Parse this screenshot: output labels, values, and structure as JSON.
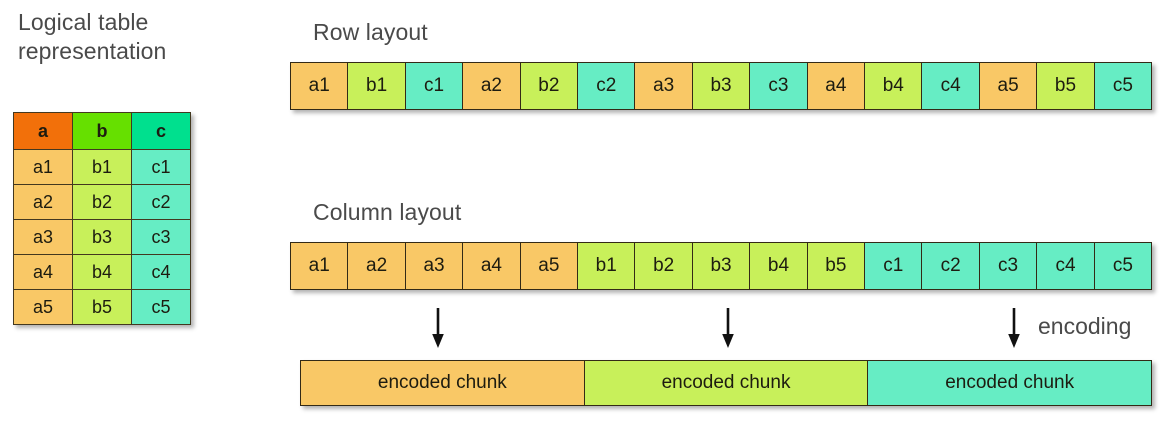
{
  "titles": {
    "logical": "Logical table\nrepresentation",
    "row_layout": "Row layout",
    "column_layout": "Column layout",
    "encoding": "encoding"
  },
  "logical_table": {
    "headers": [
      "a",
      "b",
      "c"
    ],
    "rows": [
      [
        "a1",
        "b1",
        "c1"
      ],
      [
        "a2",
        "b2",
        "c2"
      ],
      [
        "a3",
        "b3",
        "c3"
      ],
      [
        "a4",
        "b4",
        "c4"
      ],
      [
        "a5",
        "b5",
        "c5"
      ]
    ]
  },
  "row_layout": {
    "cells": [
      {
        "label": "a1",
        "group": "a"
      },
      {
        "label": "b1",
        "group": "b"
      },
      {
        "label": "c1",
        "group": "c"
      },
      {
        "label": "a2",
        "group": "a"
      },
      {
        "label": "b2",
        "group": "b"
      },
      {
        "label": "c2",
        "group": "c"
      },
      {
        "label": "a3",
        "group": "a"
      },
      {
        "label": "b3",
        "group": "b"
      },
      {
        "label": "c3",
        "group": "c"
      },
      {
        "label": "a4",
        "group": "a"
      },
      {
        "label": "b4",
        "group": "b"
      },
      {
        "label": "c4",
        "group": "c"
      },
      {
        "label": "a5",
        "group": "a"
      },
      {
        "label": "b5",
        "group": "b"
      },
      {
        "label": "c5",
        "group": "c"
      }
    ]
  },
  "column_layout": {
    "cells": [
      {
        "label": "a1",
        "group": "a"
      },
      {
        "label": "a2",
        "group": "a"
      },
      {
        "label": "a3",
        "group": "a"
      },
      {
        "label": "a4",
        "group": "a"
      },
      {
        "label": "a5",
        "group": "a"
      },
      {
        "label": "b1",
        "group": "b"
      },
      {
        "label": "b2",
        "group": "b"
      },
      {
        "label": "b3",
        "group": "b"
      },
      {
        "label": "b4",
        "group": "b"
      },
      {
        "label": "b5",
        "group": "b"
      },
      {
        "label": "c1",
        "group": "c"
      },
      {
        "label": "c2",
        "group": "c"
      },
      {
        "label": "c3",
        "group": "c"
      },
      {
        "label": "c4",
        "group": "c"
      },
      {
        "label": "c5",
        "group": "c"
      }
    ]
  },
  "encoded_chunks": [
    {
      "label": "encoded chunk",
      "group": "a"
    },
    {
      "label": "encoded chunk",
      "group": "b"
    },
    {
      "label": "encoded chunk",
      "group": "c"
    }
  ],
  "arrows": [
    "down-arrow",
    "down-arrow",
    "down-arrow"
  ],
  "colors": {
    "header_a": "#f2700a",
    "header_b": "#66e000",
    "header_c": "#00e08e",
    "cell_a": "#f9c866",
    "cell_b": "#c8f05a",
    "cell_c": "#66edc4",
    "border": "#332a16",
    "text": "#4a4a4a"
  }
}
